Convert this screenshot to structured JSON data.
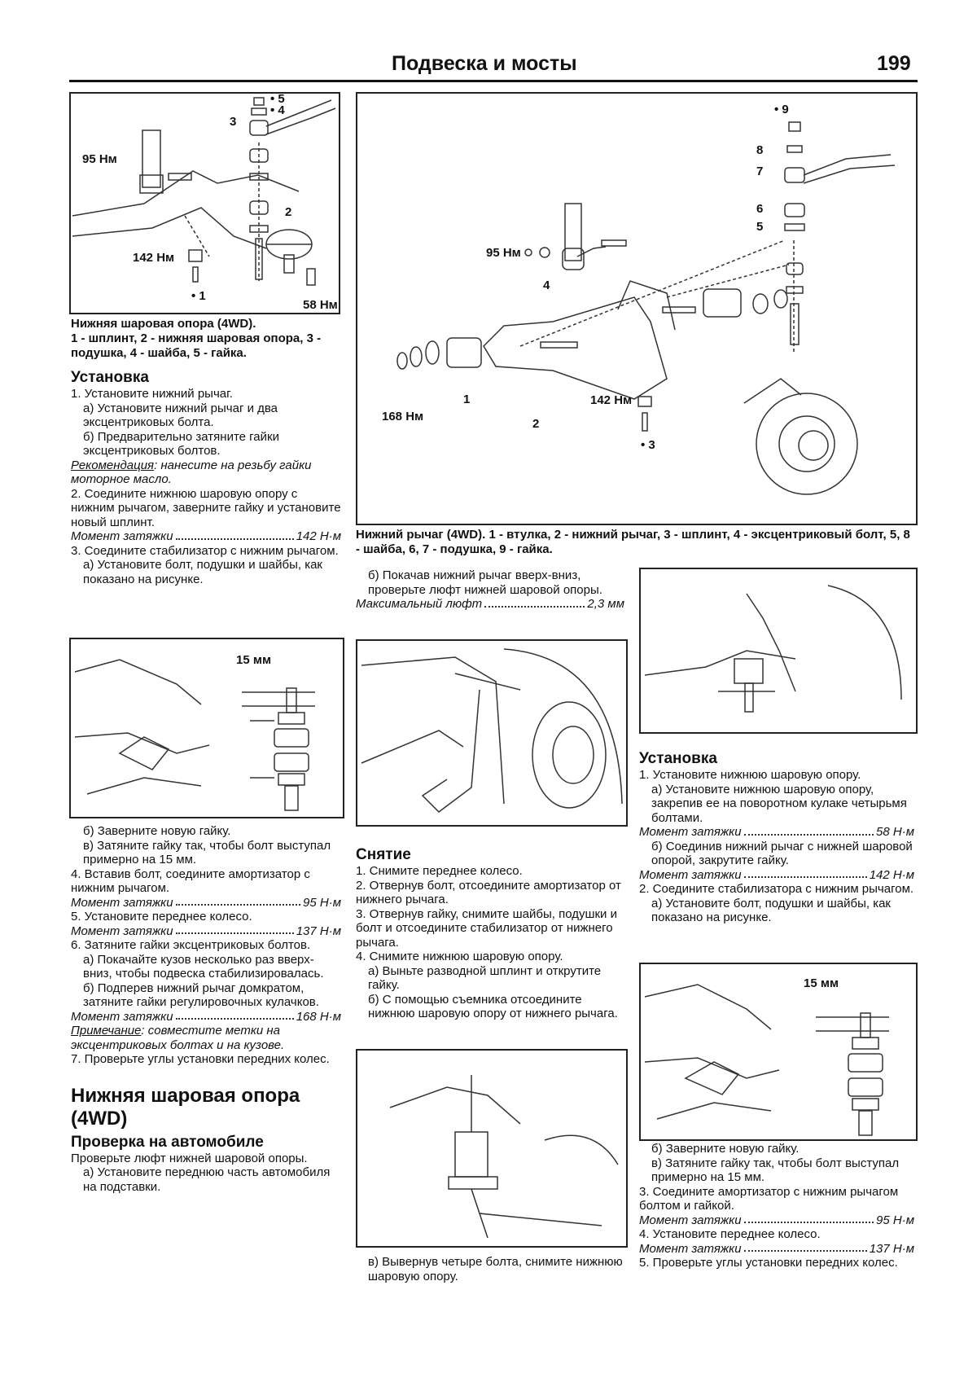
{
  "header": {
    "title": "Подвеска и мосты",
    "page_number": "199"
  },
  "figures": {
    "fig1": {
      "labels": {
        "l95": "95 Нм",
        "l142": "142 Нм",
        "l58": "58 Нм",
        "n1": "• 1",
        "n2": "2",
        "n3": "3",
        "n4": "• 4",
        "n5": "• 5"
      }
    },
    "fig2": {
      "labels": {
        "l95": "95 Нм",
        "l168": "168 Нм",
        "l142": "142 Нм",
        "n1": "1",
        "n2": "2",
        "n3": "• 3",
        "n4": "4",
        "n5": "5",
        "n6": "6",
        "n7": "7",
        "n8": "8",
        "n9": "• 9"
      }
    },
    "fig_15mm_left": {
      "label": "15 мм"
    },
    "fig_15mm_right": {
      "label": "15 мм"
    }
  },
  "col1": {
    "caption1": "Нижняя шаровая опора (4WD).",
    "caption2": "1 - шплинт, 2 - нижняя шаровая опора, 3 - подушка, 4 - шайба, 5 - гайка.",
    "h_install": "Установка",
    "s1": "1. Установите нижний рычаг.",
    "s1a": "а) Установите нижний рычаг и два эксцентриковых болта.",
    "s1b": "б) Предварительно затяните гайки эксцентриковых болтов.",
    "rec_label": "Рекомендация",
    "rec_text": ": нанесите на резьбу гайки моторное масло.",
    "s2": "2. Соедините нижнюю шаровую опору с нижним рычагом, заверните гайку и установите новый шплинт.",
    "t1_label": "Момент затяжки",
    "t1_val": "142 Н·м",
    "s3": "3. Соедините стабилизатор с нижним рычагом.",
    "s3a": "а) Установите болт, подушки и шайбы, как показано на рисунке.",
    "s3b": "б) Заверните новую гайку.",
    "s3c": "в) Затяните гайку так, чтобы болт выступал примерно на 15 мм.",
    "s4": "4. Вставив болт, соедините амортизатор с нижним рычагом.",
    "t2_label": "Момент затяжки",
    "t2_val": "95 Н·м",
    "s5": "5. Установите переднее колесо.",
    "t3_label": "Момент затяжки",
    "t3_val": "137 Н·м",
    "s6": "6. Затяните гайки эксцентриковых болтов.",
    "s6a": "а) Покачайте кузов несколько раз вверх-вниз, чтобы подвеска стабилизировалась.",
    "s6b": "б) Подперев нижний рычаг домкратом, затяните гайки регулировочных кулачков.",
    "t4_label": "Момент затяжки",
    "t4_val": "168 Н·м",
    "note_label": "Примечание",
    "note_text": ": совместите метки на эксцентриковых болтах и на кузове.",
    "s7": "7. Проверьте углы установки передних колес.",
    "h_section": "Нижняя шаровая опора (4WD)",
    "h_check": "Проверка на автомобиле",
    "check1": "Проверьте люфт нижней шаровой опоры.",
    "check1a": "а) Установите переднюю часть автомобиля на подставки."
  },
  "col2": {
    "caption_big": "Нижний рычаг (4WD). 1 - втулка, 2 - нижний рычаг, 3 - шплинт, 4 - эксцентриковый болт, 5, 8 - шайба, 6, 7 - подушка, 9 - гайка.",
    "b": "б) Покачав нижний рычаг вверх-вниз, проверьте люфт нижней шаровой опоры.",
    "max_label": "Максимальный люфт",
    "max_val": "2,3 мм",
    "h_removal": "Снятие",
    "r1": "1. Снимите переднее колесо.",
    "r2": "2. Отвернув болт, отсоедините амортизатор от нижнего рычага.",
    "r3": "3. Отвернув гайку, снимите шайбы, подушки и болт и отсоедините стабилизатор от нижнего рычага.",
    "r4": "4. Снимите нижнюю шаровую опору.",
    "r4a": "а) Выньте разводной шплинт и открутите гайку.",
    "r4b": "б) С помощью съемника отсоедините нижнюю шаровую опору от нижнего рычага.",
    "r4c": "в) Вывернув четыре болта, снимите нижнюю шаровую опору."
  },
  "col3": {
    "h_install": "Установка",
    "i1": "1. Установите нижнюю шаровую опору.",
    "i1a": "а) Установите нижнюю шаровую опору, закрепив ее на поворотном кулаке четырьмя болтами.",
    "t1_label": "Момент затяжки",
    "t1_val": "58 Н·м",
    "i1b": "б) Соединив нижний рычаг с нижней шаровой опорой, закрутите гайку.",
    "t2_label": "Момент затяжки",
    "t2_val": "142 Н·м",
    "i2": "2. Соедините стабилизатора с нижним рычагом.",
    "i2a": "а) Установите болт, подушки и шайбы, как показано на рисунке.",
    "i2b": "б) Заверните новую гайку.",
    "i2c": "в) Затяните гайку так, чтобы болт выступал примерно на 15 мм.",
    "i3": "3. Соедините амортизатор с нижним рычагом болтом и гайкой.",
    "t3_label": "Момент затяжки",
    "t3_val": "95 Н·м",
    "i4": "4. Установите переднее колесо.",
    "t4_label": "Момент затяжки",
    "t4_val": "137 Н·м",
    "i5": "5. Проверьте углы установки передних колес."
  }
}
